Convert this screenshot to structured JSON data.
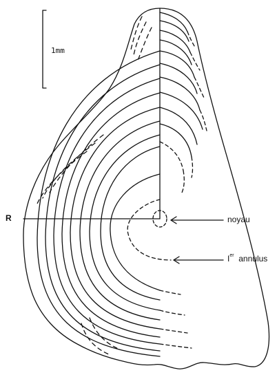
{
  "labels": {
    "scale": "1mm",
    "radius": "R",
    "nucleus": "noyau",
    "annulus_prefix": "I",
    "annulus_sup": "er",
    "annulus_word": "annulus"
  },
  "colors": {
    "ink": "#111111",
    "background": "#ffffff"
  }
}
